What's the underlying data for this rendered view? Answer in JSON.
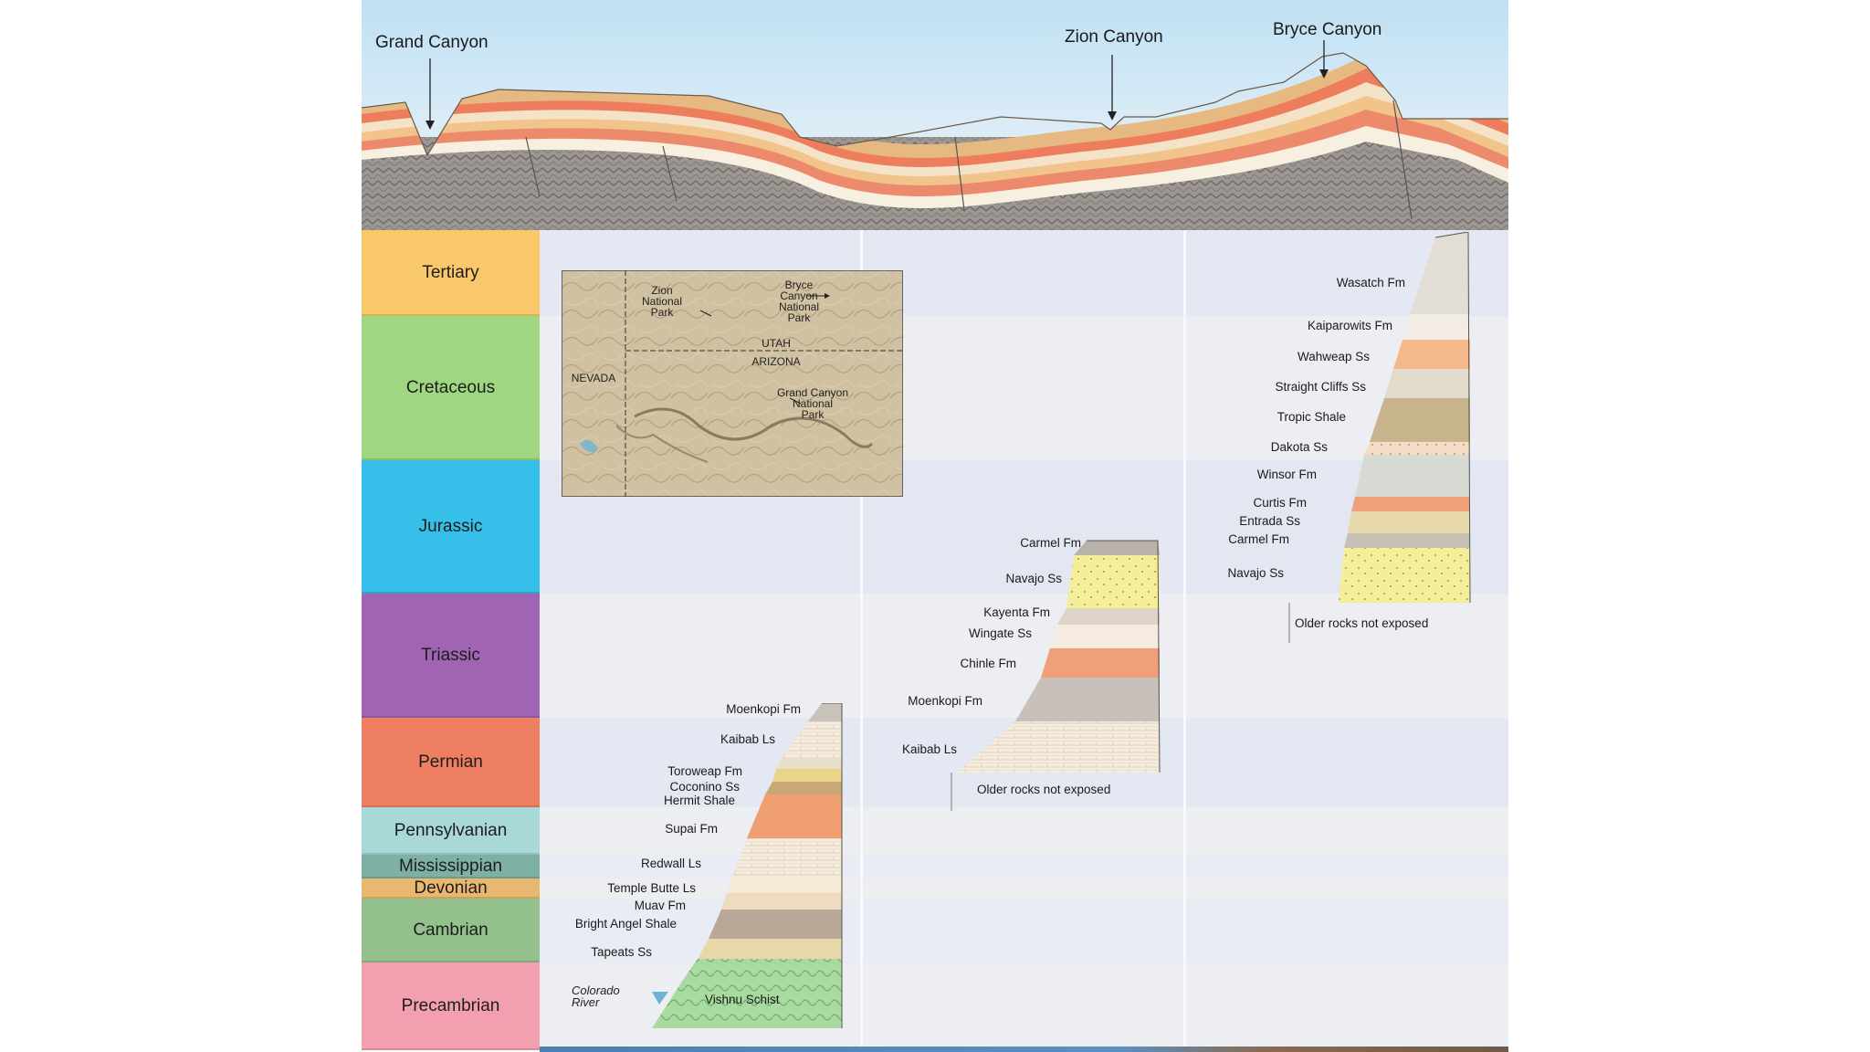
{
  "peaks": {
    "grand_canyon": "Grand Canyon",
    "zion_canyon": "Zion Canyon",
    "bryce_canyon": "Bryce Canyon"
  },
  "periods": [
    {
      "name": "Tertiary",
      "color": "#f9c86a"
    },
    {
      "name": "Cretaceous",
      "color": "#9fd680"
    },
    {
      "name": "Jurassic",
      "color": "#36bfe8"
    },
    {
      "name": "Triassic",
      "color": "#a064b2"
    },
    {
      "name": "Permian",
      "color": "#ef7f62"
    },
    {
      "name": "Pennsylvanian",
      "color": "#a9d8d9"
    },
    {
      "name": "Mississippian",
      "color": "#7fb0a4"
    },
    {
      "name": "Devonian",
      "color": "#e8b870"
    },
    {
      "name": "Cambrian",
      "color": "#93c08c"
    },
    {
      "name": "Precambrian",
      "color": "#f2a0b0"
    }
  ],
  "map": {
    "zion_park": "Zion\nNational\nPark",
    "bryce_park": "Bryce\nCanyon\nNational\nPark",
    "utah": "UTAH",
    "arizona": "ARIZONA",
    "nevada": "NEVADA",
    "grand_canyon_park": "Grand Canyon\nNational\nPark"
  },
  "grand_canyon_column": {
    "formations": [
      "Moenkopi Fm",
      "Kaibab Ls",
      "Toroweap Fm",
      "Coconino Ss",
      "Hermit Shale",
      "Supai Fm",
      "Redwall Ls",
      "Temple Butte Ls",
      "Muav Fm",
      "Bright Angel Shale",
      "Tapeats Ss",
      "Vishnu Schist"
    ],
    "river": "Colorado\nRiver"
  },
  "zion_column": {
    "formations": [
      "Carmel Fm",
      "Navajo Ss",
      "Kayenta Fm",
      "Wingate Ss",
      "Chinle Fm",
      "Moenkopi Fm",
      "Kaibab Ls"
    ],
    "note": "Older rocks not exposed"
  },
  "bryce_column": {
    "formations": [
      "Wasatch Fm",
      "Kaiparowits Fm",
      "Wahweap Ss",
      "Straight Cliffs Ss",
      "Tropic Shale",
      "Dakota Ss",
      "Winsor Fm",
      "Curtis Fm",
      "Entrada Ss",
      "Carmel Fm",
      "Navajo Ss"
    ],
    "note": "Older rocks not exposed"
  }
}
